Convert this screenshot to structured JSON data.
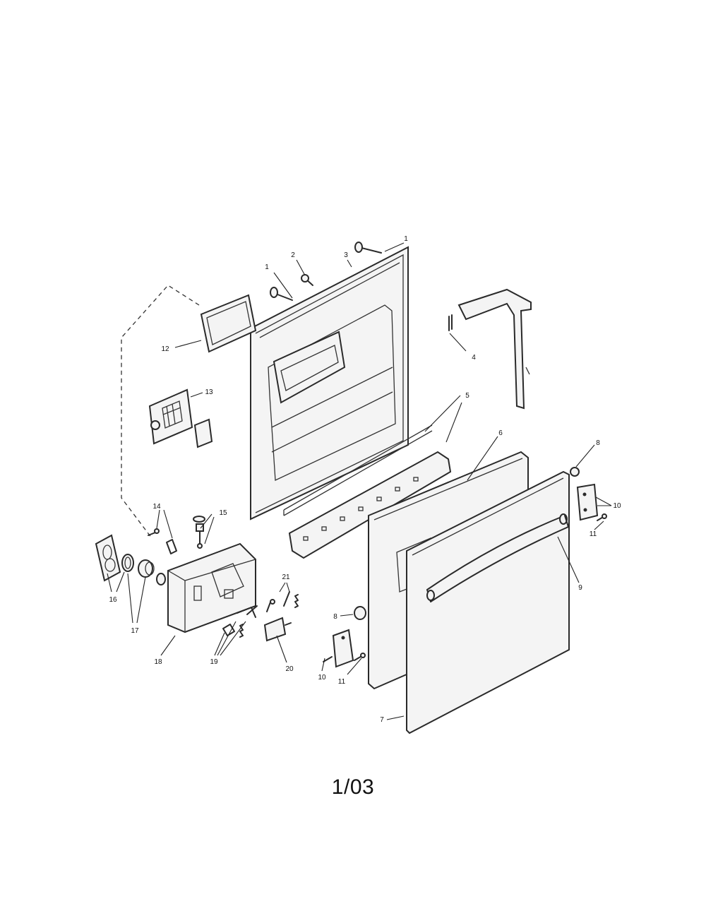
{
  "page_label": "1/03",
  "callouts": {
    "c1a": "1",
    "c1b": "1",
    "c2": "2",
    "c3": "3",
    "c4": "4",
    "c5": "5",
    "c6": "6",
    "c7": "7",
    "c8a": "8",
    "c8b": "8",
    "c9": "9",
    "c10a": "10",
    "c10b": "10",
    "c11a": "11",
    "c11b": "11",
    "c12": "12",
    "c13": "13",
    "c14": "14",
    "c15": "15",
    "c16": "16",
    "c17": "17",
    "c18": "18",
    "c19": "19",
    "c20": "20",
    "c21": "21"
  }
}
